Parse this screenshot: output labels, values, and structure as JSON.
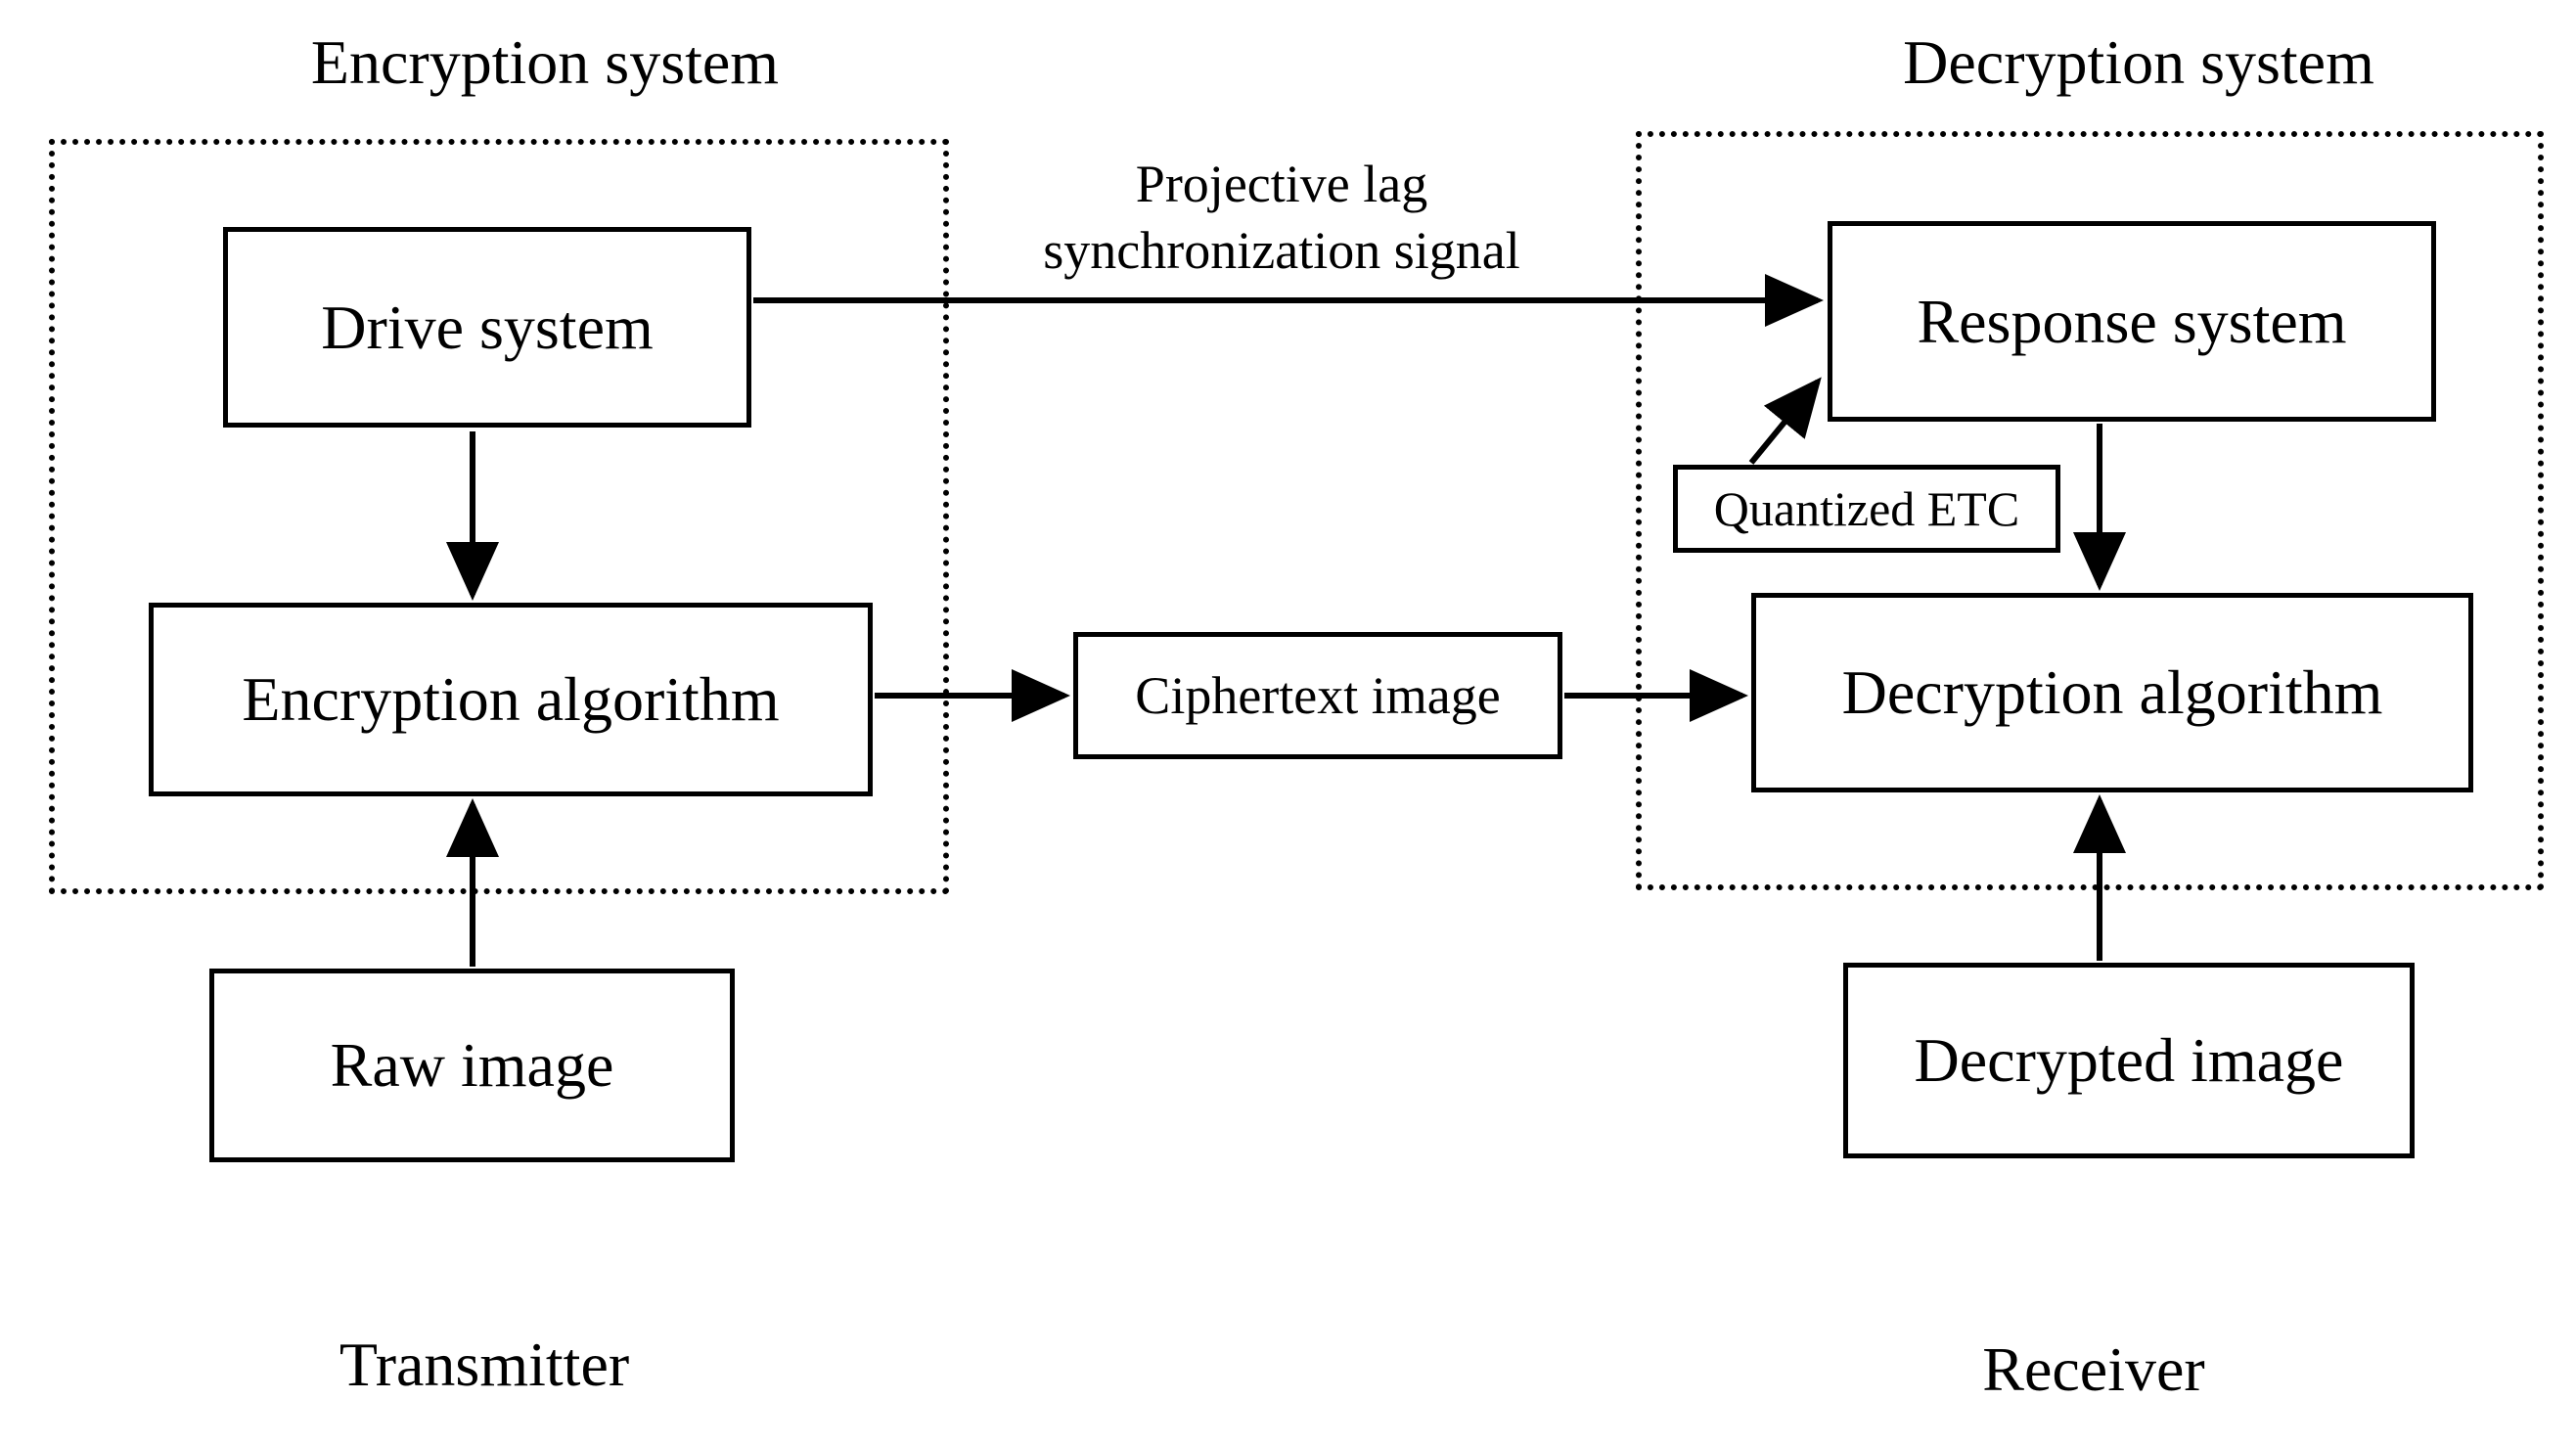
{
  "diagram": {
    "titles": {
      "encryption_system": "Encryption system",
      "decryption_system": "Decryption system",
      "transmitter": "Transmitter",
      "receiver": "Receiver"
    },
    "nodes": {
      "drive_system": "Drive system",
      "encryption_algorithm": "Encryption algorithm",
      "raw_image": "Raw image",
      "ciphertext_image": "Ciphertext image",
      "response_system": "Response system",
      "quantized_etc": "Quantized ETC",
      "decryption_algorithm": "Decryption algorithm",
      "decrypted_image": "Decrypted image"
    },
    "labels": {
      "sync_signal_line1": "Projective lag",
      "sync_signal_line2": "synchronization signal"
    },
    "edges": [
      {
        "from": "drive_system",
        "to": "encryption_algorithm"
      },
      {
        "from": "raw_image",
        "to": "encryption_algorithm"
      },
      {
        "from": "drive_system",
        "to": "response_system",
        "label": "Projective lag synchronization signal"
      },
      {
        "from": "encryption_algorithm",
        "to": "ciphertext_image"
      },
      {
        "from": "ciphertext_image",
        "to": "decryption_algorithm"
      },
      {
        "from": "response_system",
        "to": "decryption_algorithm"
      },
      {
        "from": "quantized_etc",
        "to": "response_system"
      },
      {
        "from": "decrypted_image",
        "to": "decryption_algorithm"
      }
    ],
    "colors": {
      "ink": "#000000",
      "background": "#ffffff"
    }
  }
}
